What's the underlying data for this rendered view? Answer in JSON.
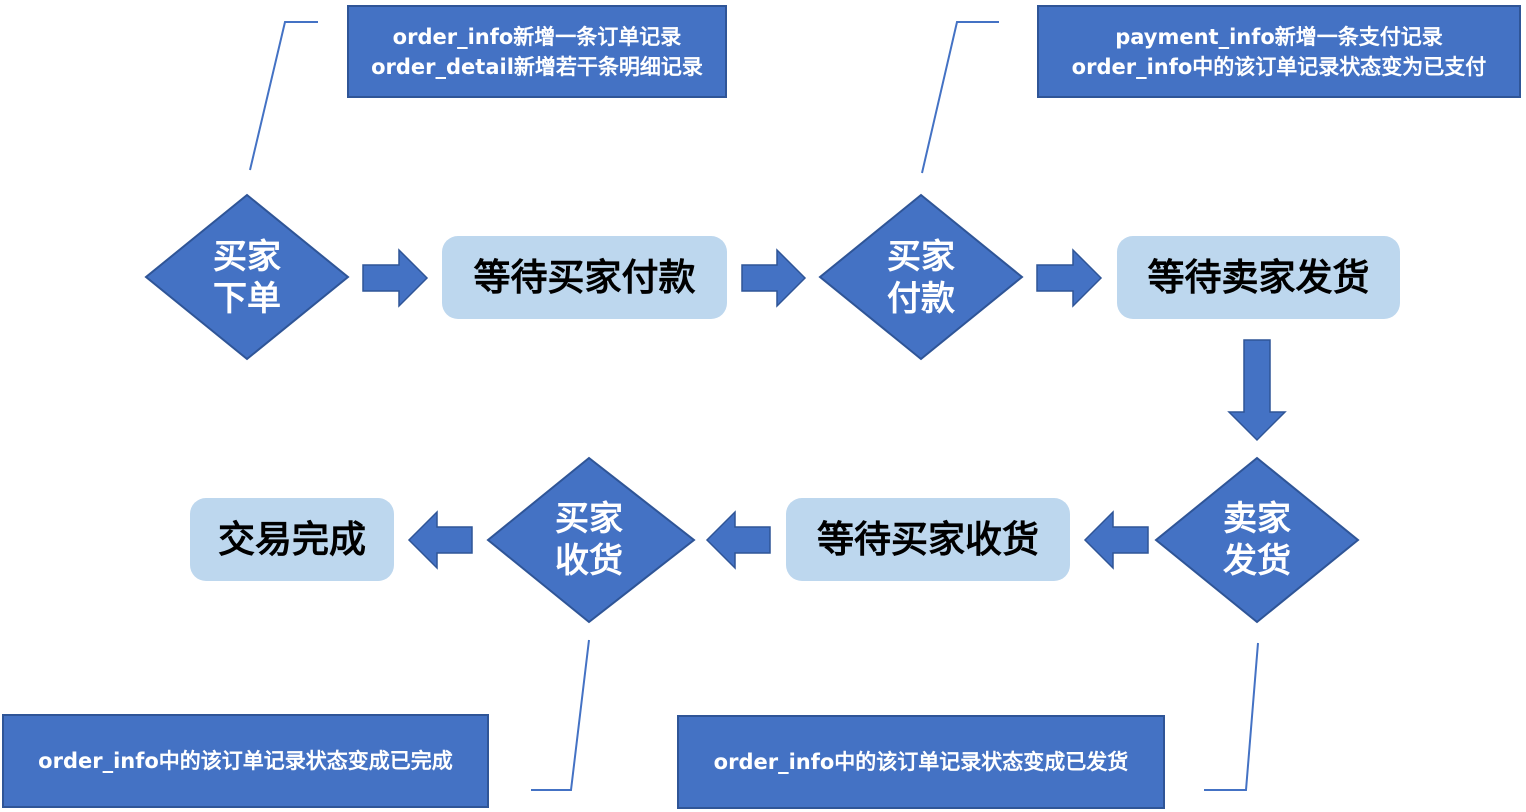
{
  "decisions": {
    "buyer_order": [
      "买家",
      "下单"
    ],
    "buyer_pay": [
      "买家",
      "付款"
    ],
    "seller_ship": [
      "卖家",
      "发货"
    ],
    "buyer_receive": [
      "买家",
      "收货"
    ]
  },
  "states": {
    "wait_pay": "等待买家付款",
    "wait_ship": "等待卖家发货",
    "wait_receive": "等待买家收货",
    "done": "交易完成"
  },
  "notes": {
    "order": [
      "order_info新增一条订单记录",
      "order_detail新增若干条明细记录"
    ],
    "pay": [
      "payment_info新增一条支付记录",
      "order_info中的该订单记录状态变为已支付"
    ],
    "ship": [
      "order_info中的该订单记录状态变成已发货"
    ],
    "receive": [
      "order_info中的该订单记录状态变成已完成"
    ]
  },
  "colors": {
    "diamond_fill": "#4472c4",
    "diamond_stroke": "#2f5597",
    "state_fill": "#bdd7ee",
    "note_fill": "#4472c4",
    "note_stroke": "#2f5597",
    "arrow_fill": "#4472c4",
    "arrow_stroke": "#2f5597",
    "leader_line": "#4472c4"
  }
}
